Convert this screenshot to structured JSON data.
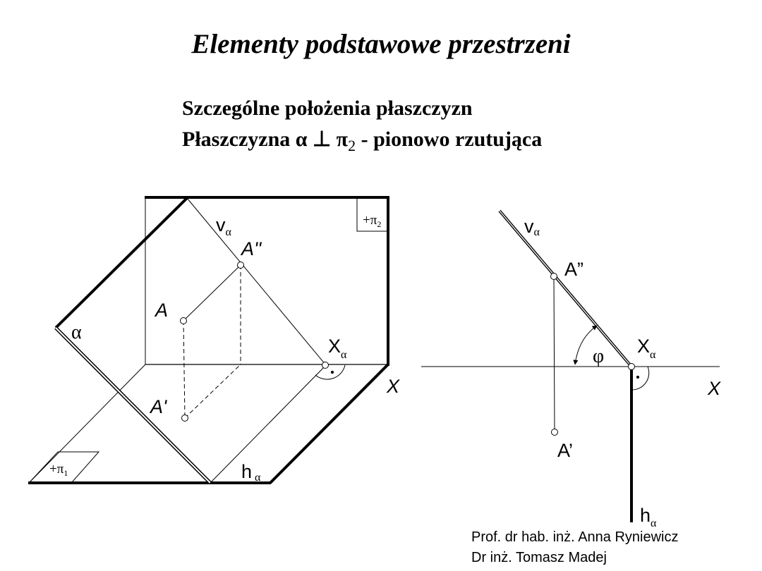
{
  "title": "Elementy podstawowe przestrzeni",
  "subtitle": {
    "line1": "Szczególne położenia płaszczyzn",
    "line2_prefix": "Płaszczyzna α ⊥ π",
    "line2_sub": "2",
    "line2_suffix": " - pionowo rzutująca"
  },
  "left_diagram": {
    "plane_pi2_label": "+π",
    "plane_pi2_sub": "2",
    "plane_pi1_label": "+π",
    "plane_pi1_sub": "1",
    "alpha": "α",
    "v_alpha": "v",
    "h_alpha": "h",
    "x_alpha": "X",
    "alpha_sub": "α",
    "point_A": "A",
    "point_A2": "A''",
    "point_A1": "A'",
    "axis_x": "X"
  },
  "right_diagram": {
    "v_alpha": "v",
    "h_alpha": "h",
    "x_alpha": "X",
    "alpha_sub": "α",
    "point_A2": "A”",
    "point_A1": "A’",
    "phi": "φ",
    "axis_x": "X"
  },
  "credits": {
    "line1": "Prof. dr hab. inż. Anna Ryniewicz",
    "line2": "Dr inż. Tomasz Madej"
  }
}
